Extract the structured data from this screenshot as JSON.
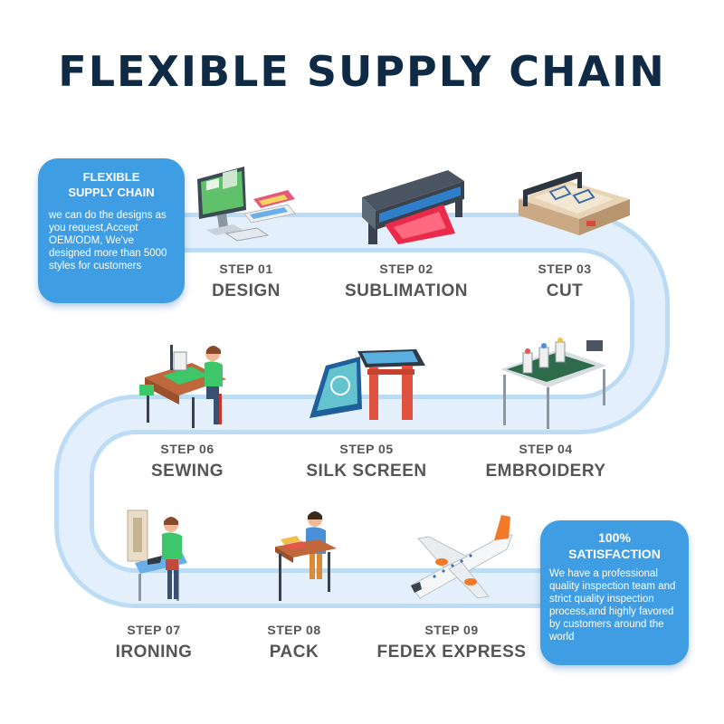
{
  "title": "FLEXIBLE SUPPLY CHAIN",
  "intro_card": {
    "heading_line1": "FLEXIBLE",
    "heading_line2": "SUPPLY CHAIN",
    "body": "we can do the designs as you request,Accept OEM/ODM, We've designed more than 5000 styles for customers"
  },
  "satisfaction_card": {
    "heading_line1": "100%",
    "heading_line2": "SATISFACTION",
    "body": "We have a professional quality inspection team and strict quality inspection process,and highly favored by customers around the world"
  },
  "steps": [
    {
      "num": "STEP 01",
      "name": "DESIGN",
      "icon": "design-workstation-icon"
    },
    {
      "num": "STEP 02",
      "name": "SUBLIMATION",
      "icon": "sublimation-printer-icon"
    },
    {
      "num": "STEP 03",
      "name": "CUT",
      "icon": "cutting-machine-icon"
    },
    {
      "num": "STEP 04",
      "name": "EMBROIDERY",
      "icon": "embroidery-machine-icon"
    },
    {
      "num": "STEP 05",
      "name": "SILK SCREEN",
      "icon": "silk-screen-press-icon"
    },
    {
      "num": "STEP 06",
      "name": "SEWING",
      "icon": "sewing-worker-icon"
    },
    {
      "num": "STEP 07",
      "name": "IRONING",
      "icon": "ironing-worker-icon"
    },
    {
      "num": "STEP 08",
      "name": "PACK",
      "icon": "packing-worker-icon"
    },
    {
      "num": "STEP 09",
      "name": "FEDEX EXPRESS",
      "icon": "airplane-icon"
    }
  ],
  "colors": {
    "title": "#0f2a44",
    "card_blue": "#3f9de4",
    "path_fill": "#e3f0fb",
    "path_stroke": "#bcdcf5",
    "step_text": "#555555"
  }
}
